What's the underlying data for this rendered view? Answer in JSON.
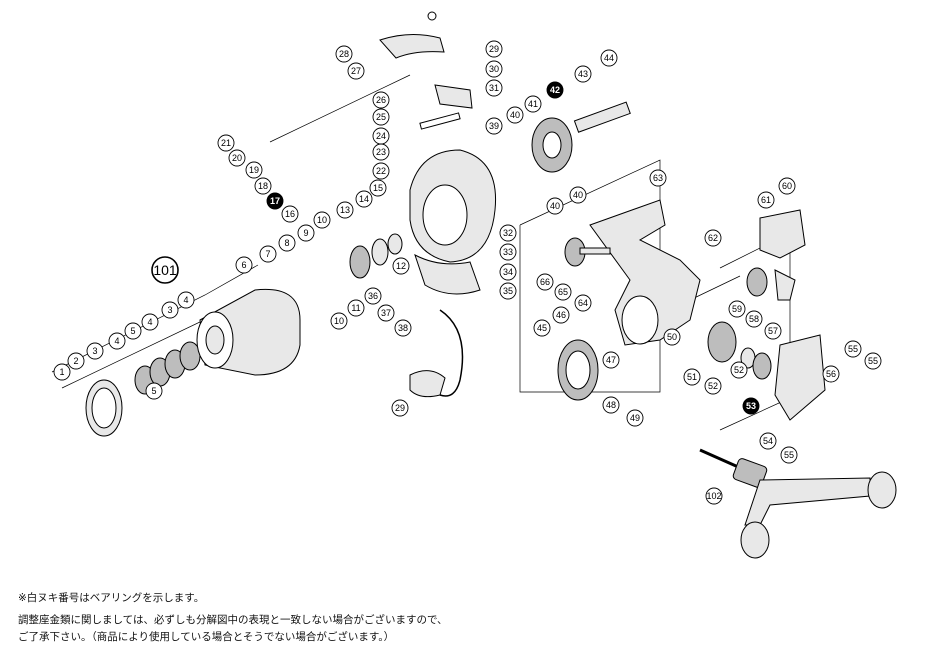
{
  "notes": {
    "bearing_note": "※白ヌキ番号はベアリングを示します。",
    "disclaimer_line1": "調整座金類に関しましては、必ずしも分解図中の表現と一致しない場合がございますので、",
    "disclaimer_line2": "ご了承下さい。（商品により使用している場合とそうでない場合がございます。）"
  },
  "callouts": {
    "c1": "1",
    "c2": "2",
    "c3": "3",
    "c4": "4",
    "c5": "5",
    "c6": "6",
    "c7": "7",
    "c8": "8",
    "c9": "9",
    "c10": "10",
    "c11": "11",
    "c12": "12",
    "c13": "13",
    "c14": "14",
    "c15": "15",
    "c16": "16",
    "c17": "17",
    "c18": "18",
    "c19": "19",
    "c20": "20",
    "c21": "21",
    "c22": "22",
    "c23": "23",
    "c24": "24",
    "c25": "25",
    "c26": "26",
    "c27": "27",
    "c28": "28",
    "c29": "29",
    "c30": "30",
    "c31": "31",
    "c32": "32",
    "c33": "33",
    "c34": "34",
    "c35": "35",
    "c36": "36",
    "c37": "37",
    "c38": "38",
    "c39": "39",
    "c40": "40",
    "c41": "41",
    "c42": "42",
    "c43": "43",
    "c44": "44",
    "c45": "45",
    "c46": "46",
    "c47": "47",
    "c48": "48",
    "c49": "49",
    "c50": "50",
    "c51": "51",
    "c52": "52",
    "c53": "53",
    "c54": "54",
    "c55": "55",
    "c56": "56",
    "c57": "57",
    "c58": "58",
    "c59": "59",
    "c60": "60",
    "c61": "61",
    "c62": "62",
    "c63": "63",
    "c64": "64",
    "c65": "65",
    "c66": "66",
    "c101": "101",
    "c102": "102"
  }
}
